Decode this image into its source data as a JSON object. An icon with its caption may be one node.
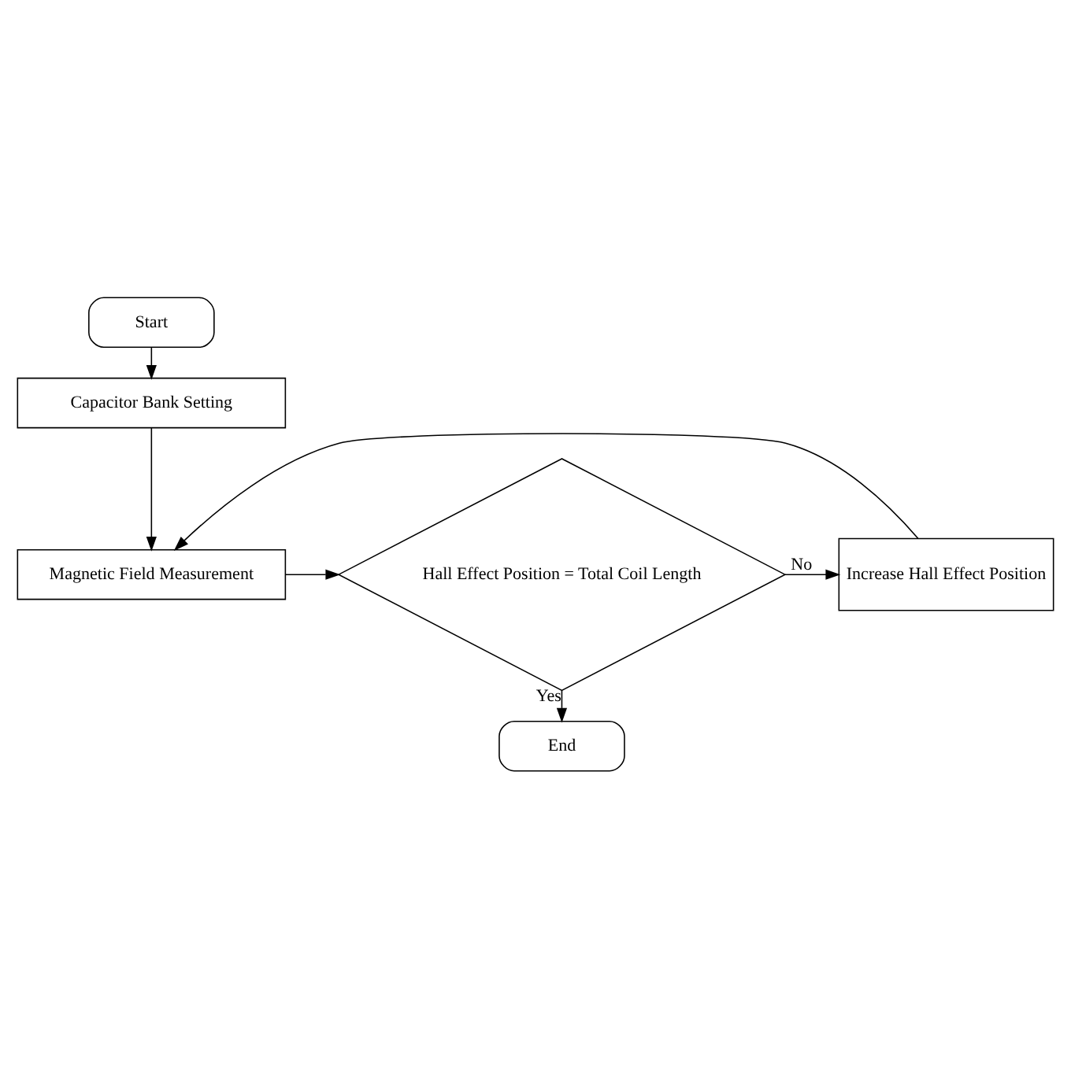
{
  "diagram": {
    "nodes": [
      {
        "text": [
          "Start"
        ]
      },
      {
        "text": [
          "Capacitor Bank Setting"
        ]
      },
      {
        "text": [
          "Magnetic Field Measurement"
        ]
      },
      {
        "text": [
          "Hall Effect Position = Total Coil Length"
        ]
      },
      {
        "text": [
          "Increase Hall Effect Position"
        ]
      },
      {
        "text": [
          "End"
        ]
      }
    ],
    "edges": [
      {
        "from": 0,
        "to": 1,
        "arrow": "to"
      },
      {
        "from": 1,
        "to": 2,
        "arrow": "to"
      },
      {
        "from": 2,
        "to": 3,
        "arrow": "to"
      },
      {
        "from": 3,
        "to": 4,
        "arrow": "to",
        "label": "No"
      },
      {
        "from": 4,
        "to": 2,
        "arrow": "to"
      },
      {
        "from": 3,
        "to": 5,
        "arrow": "to",
        "label": "Yes"
      }
    ]
  }
}
